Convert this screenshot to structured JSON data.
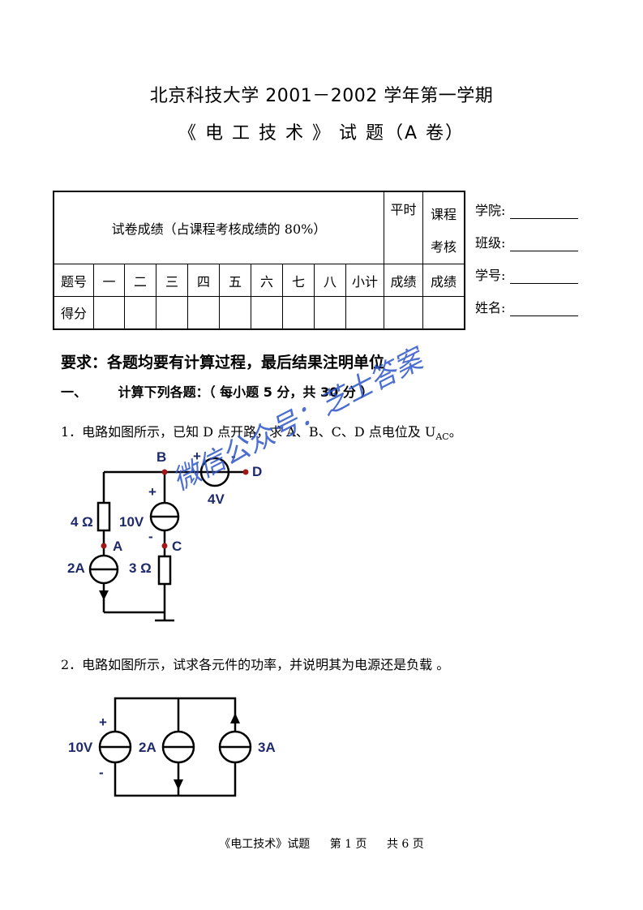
{
  "header": {
    "title_line1": "北京科技大学 2001－2002 学年第一学期",
    "title_line2": "《 电 工 技 术 》 试 题（A 卷）"
  },
  "score_table": {
    "caption": "试卷成绩（占课程考核成绩的 80%）",
    "col_ping": "平时",
    "col_kecheng": "课程",
    "col_kaohe": "考核",
    "col_chengji1": "成绩",
    "col_chengji2": "成绩",
    "row_header_label": "题号",
    "row_score_label": "得分",
    "question_numbers": [
      "一",
      "二",
      "三",
      "四",
      "五",
      "六",
      "七",
      "八",
      "小计"
    ]
  },
  "student_info": {
    "college": "学院:",
    "class": "班级:",
    "id": "学号:",
    "name": "姓名:"
  },
  "requirement": "要求：各题均要有计算过程，最后结果注明单位",
  "section1": {
    "number": "一、",
    "text": "计算下列各题：（ 每小题 5 分，共 30 分 ）"
  },
  "question1": {
    "text": "1．电路如图所示，已知 D 点开路，求 A、B、C、D 点电位及 U",
    "subscript": "AC",
    "tail": "。"
  },
  "circuit1_labels": {
    "B": "B",
    "D": "D",
    "A": "A",
    "C": "C",
    "r4": "4 Ω",
    "v10": "10V",
    "i2": "2A",
    "r3": "3 Ω",
    "v4": "4V",
    "plus_top": "+",
    "minus_top": "-",
    "plus_mid": "+",
    "minus_mid": "-"
  },
  "question2": {
    "text": "2．电路如图所示，试求各元件的功率，并说明其为电源还是负载 。"
  },
  "circuit2_labels": {
    "v10": "10V",
    "i2": "2A",
    "i3": "3A",
    "plus": "+",
    "minus": "-"
  },
  "watermark": "微信公众号：芝士答案",
  "footer": {
    "doc": "《电工技术》试题",
    "page": "第 1 页",
    "total": "共 6 页"
  },
  "colors": {
    "label_blue": "#1f2a6b",
    "node_red": "#a01818",
    "watermark": "#2d55c8"
  }
}
